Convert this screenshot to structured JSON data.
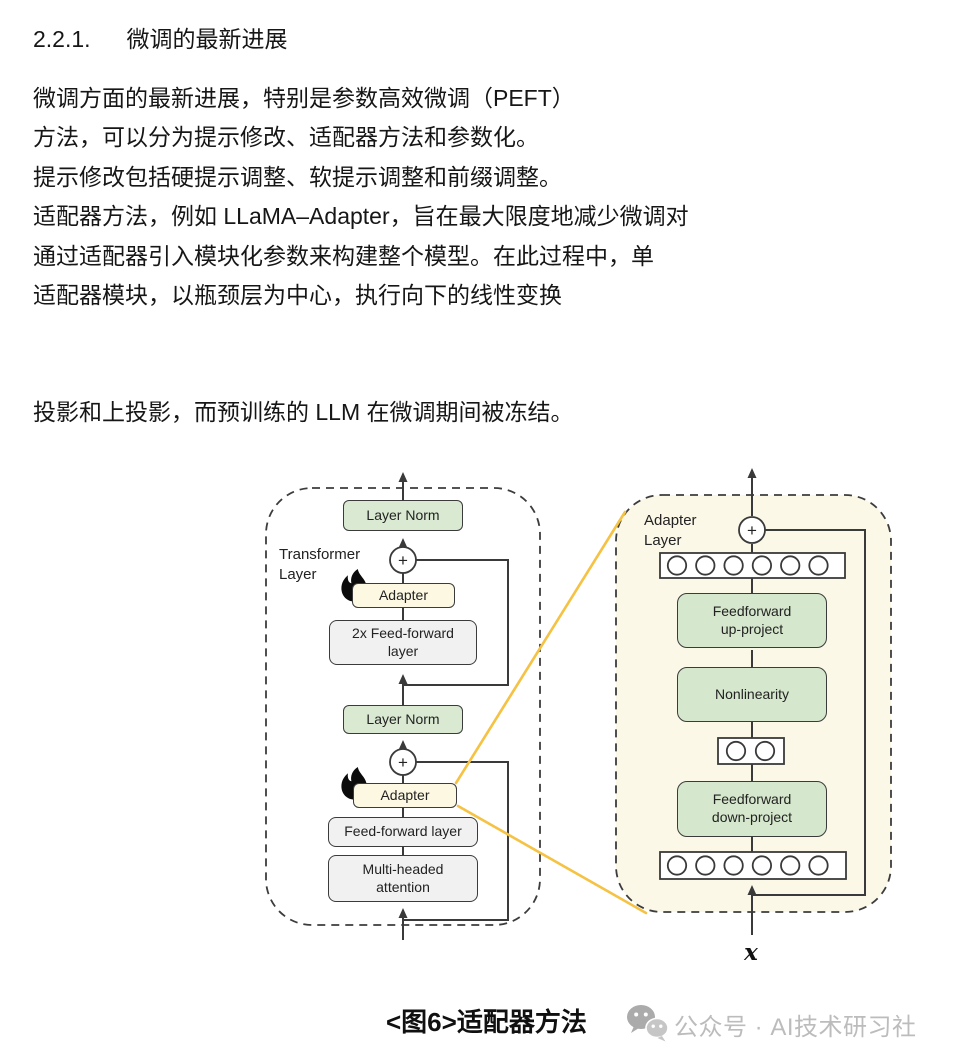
{
  "article": {
    "section_number": "2.2.1.",
    "section_title": "微调的最新进展",
    "lines": [
      "微调方面的最新进展，特别是参数高效微调（PEFT）",
      "方法，可以分为提示修改、适配器方法和参数化。",
      "提示修改包括硬提示调整、软提示调整和前缀调整。",
      "适配器方法，例如 LLaMA–Adapter，旨在最大限度地减少微调对",
      "通过适配器引入模块化参数来构建整个模型。在此过程中，单",
      "适配器模块，以瓶颈层为中心，执行向下的线性变换"
    ],
    "line_frozen": "投影和上投影，而预训练的 LLM 在微调期间被冻结。"
  },
  "diagram": {
    "left_panel_label": [
      "Transformer",
      "Layer"
    ],
    "right_panel_label": [
      "Adapter",
      "Layer"
    ],
    "plus": "+",
    "left_boxes": {
      "layer_norm_top": "Layer Norm",
      "adapter_top": "Adapter",
      "feedforward_2x": [
        "2x Feed-forward",
        "layer"
      ],
      "layer_norm_bottom": "Layer Norm",
      "adapter_bottom": "Adapter",
      "feedforward": "Feed-forward layer",
      "attention": [
        "Multi-headed",
        "attention"
      ]
    },
    "right_boxes": {
      "ff_up": [
        "Feedforward",
        "up-project"
      ],
      "nonlinearity": "Nonlinearity",
      "ff_down": [
        "Feedforward",
        "down-project"
      ]
    },
    "input_label": "x",
    "icons": {
      "flame": "🔥",
      "plus_circle": "+",
      "wechat": "💬"
    },
    "colors": {
      "green_box_left": "#DAEAD2",
      "green_box_right": "#D5E7CC",
      "adapter_cream": "#FCF8E2",
      "panel_cream": "#FBF8E8",
      "gray_box": "#F1F1F1",
      "highlight_yellow": "#F5C243",
      "line": "#3A3A3A",
      "watermark_gray": "#BCBCBC"
    }
  },
  "caption": {
    "figure_label": "<图6>适配器方法",
    "watermark": "公众号 · AI技术研习社"
  }
}
